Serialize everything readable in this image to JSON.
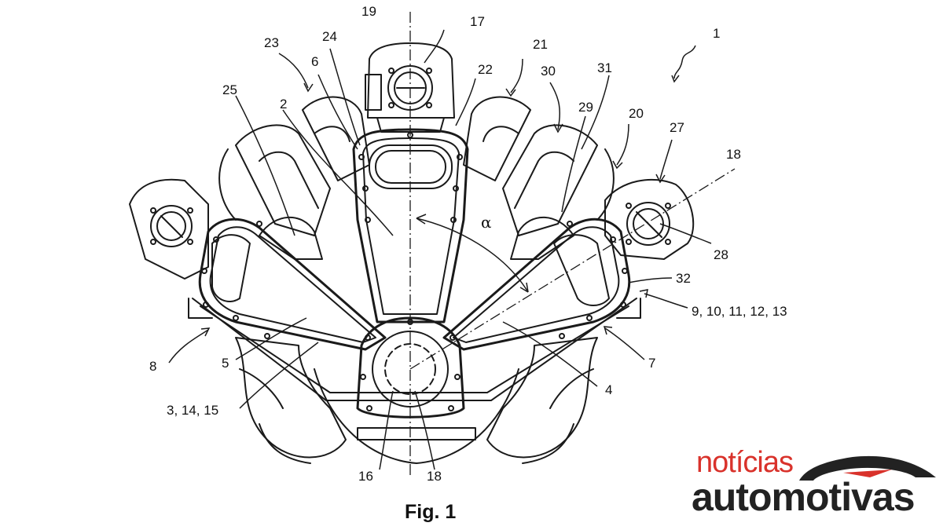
{
  "figure": {
    "caption": "Fig. 1",
    "angle_symbol": "α",
    "reference_labels": [
      {
        "id": "r1",
        "text": "1"
      },
      {
        "id": "r17",
        "text": "17"
      },
      {
        "id": "r19",
        "text": "19"
      },
      {
        "id": "r23",
        "text": "23"
      },
      {
        "id": "r24",
        "text": "24"
      },
      {
        "id": "r6",
        "text": "6"
      },
      {
        "id": "r21",
        "text": "21"
      },
      {
        "id": "r22",
        "text": "22"
      },
      {
        "id": "r30",
        "text": "30"
      },
      {
        "id": "r31",
        "text": "31"
      },
      {
        "id": "r25",
        "text": "25"
      },
      {
        "id": "r2",
        "text": "2"
      },
      {
        "id": "r29",
        "text": "29"
      },
      {
        "id": "r20",
        "text": "20"
      },
      {
        "id": "r27",
        "text": "27"
      },
      {
        "id": "r18a",
        "text": "18"
      },
      {
        "id": "r28",
        "text": "28"
      },
      {
        "id": "r32",
        "text": "32"
      },
      {
        "id": "r9",
        "text": "9, 10, 11, 12, 13"
      },
      {
        "id": "r8",
        "text": "8"
      },
      {
        "id": "r7",
        "text": "7"
      },
      {
        "id": "r5",
        "text": "5"
      },
      {
        "id": "r4",
        "text": "4"
      },
      {
        "id": "r3",
        "text": "3, 14, 15"
      },
      {
        "id": "r16",
        "text": "16"
      },
      {
        "id": "r18b",
        "text": "18"
      }
    ]
  },
  "brand": {
    "line1": "notícias",
    "line2": "automotivas",
    "colors": {
      "accent": "#d9322b",
      "dark": "#222222"
    }
  }
}
